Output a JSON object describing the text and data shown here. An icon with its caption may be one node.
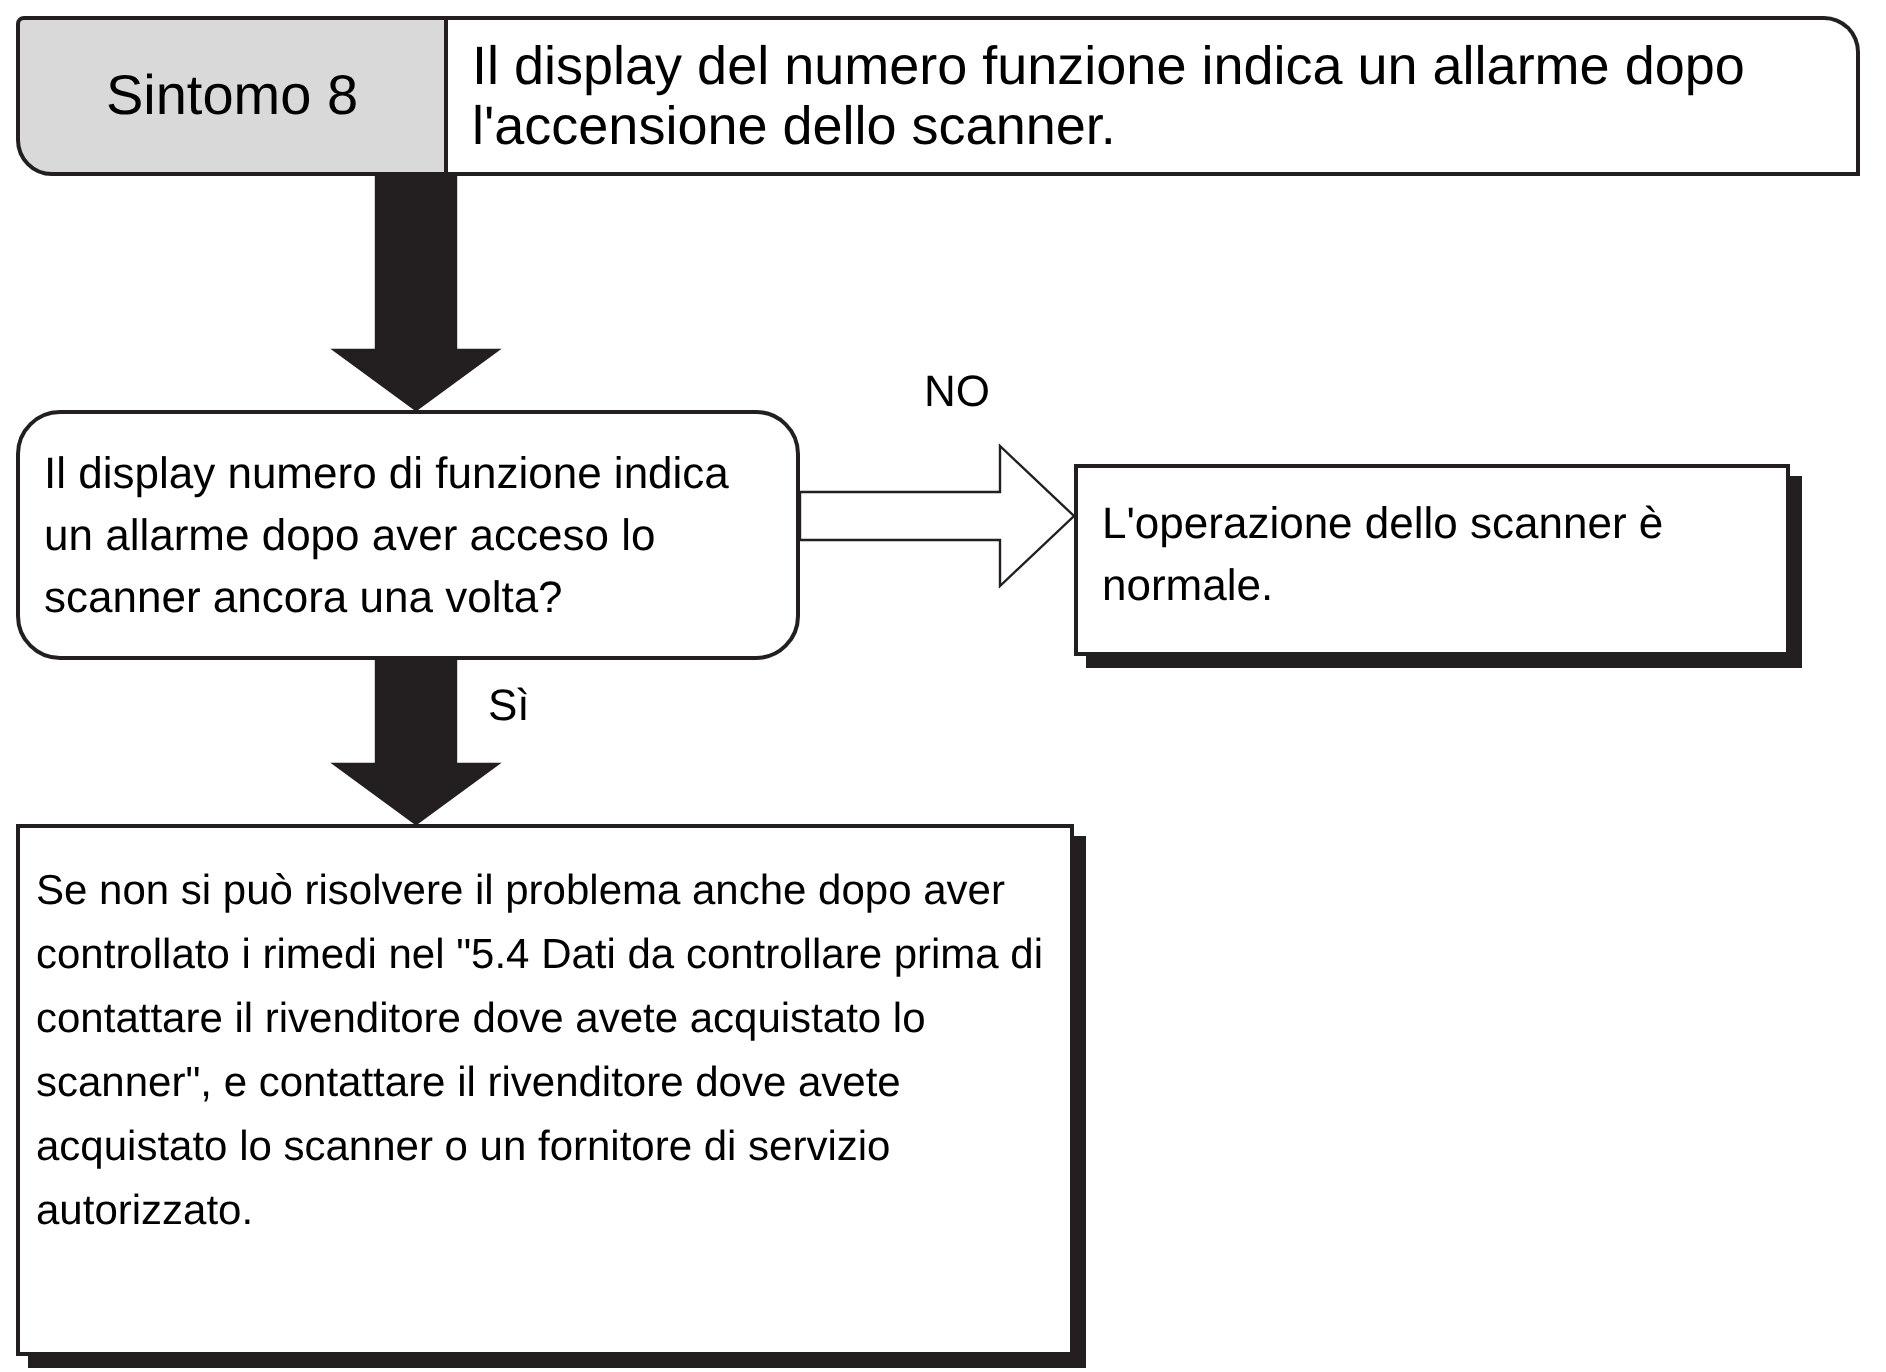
{
  "diagram": {
    "nodes": [
      {
        "text": [
          "Sintomo 8",
          "Il display del numero funzione indica un allarme dopo l'accensione dello scanner."
        ]
      },
      {
        "text": [
          "Il display numero di funzione indica un allarme dopo aver acceso lo scanner ancora una volta?"
        ]
      },
      {
        "text": [
          "L'operazione dello scanner è normale."
        ]
      },
      {
        "text": [
          "Se non si può risolvere il problema anche dopo aver controllato i rimedi nel \"5.4 Dati da controllare prima di contattare il rivenditore dove avete acquistato lo scanner\", e contattare il rivenditore dove avete acquistato lo scanner o un fornitore di servizio autorizzato."
        ]
      }
    ],
    "edges": [
      {
        "from": 0,
        "to": 1,
        "arrow": "to",
        "style": "thick"
      },
      {
        "from": 1,
        "to": 2,
        "arrow": "to",
        "label": "NO"
      },
      {
        "from": 1,
        "to": 3,
        "arrow": "to",
        "label": "Sì",
        "style": "thick"
      }
    ]
  }
}
